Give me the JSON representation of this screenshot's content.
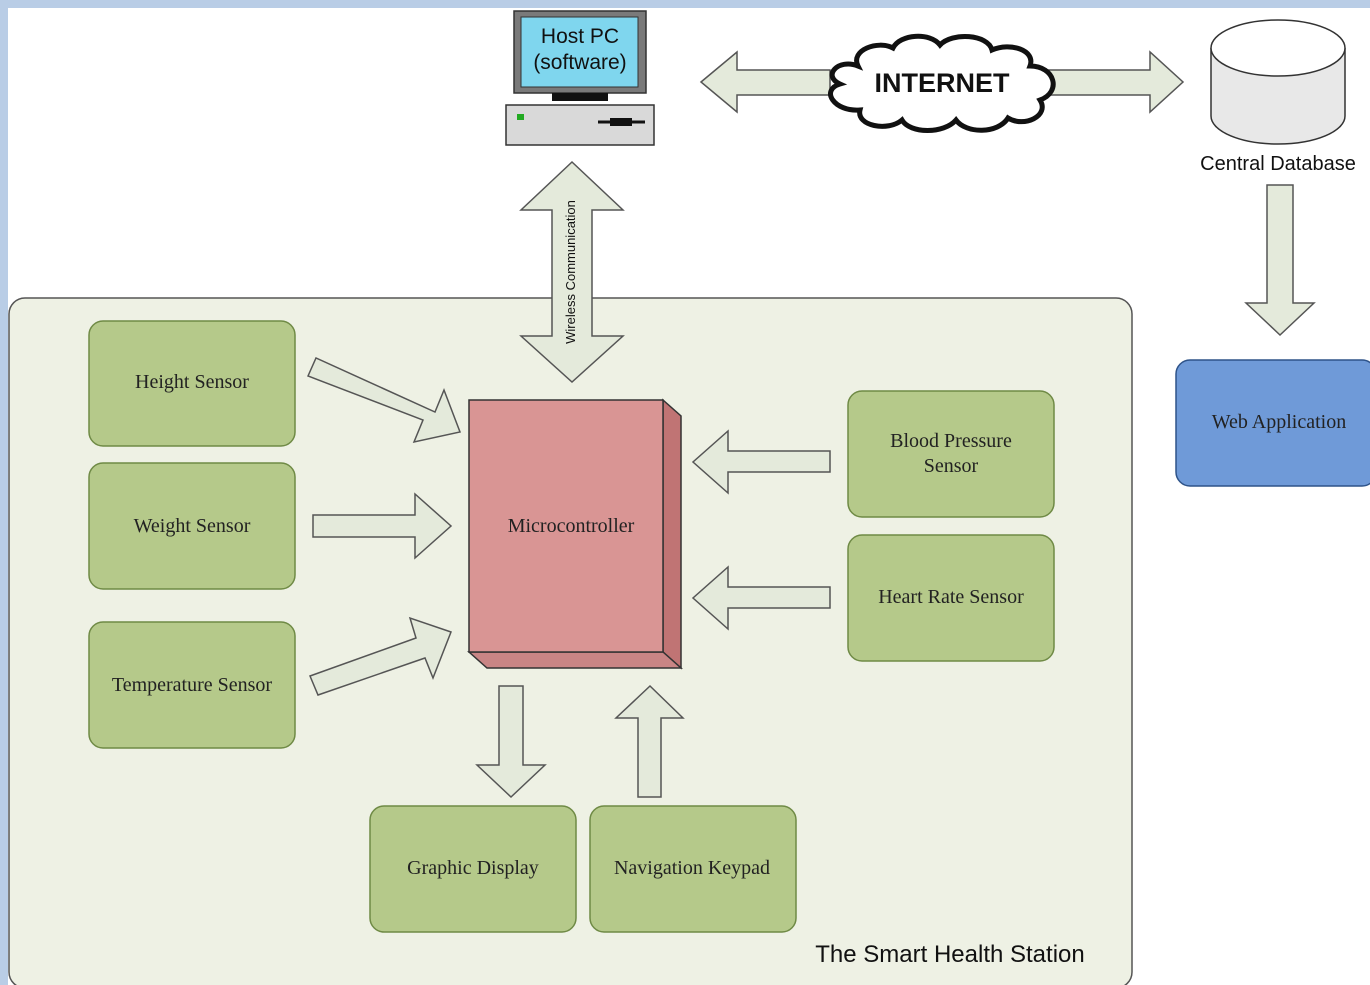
{
  "station": {
    "label": "The Smart Health Station"
  },
  "host_pc": {
    "line1": "Host PC",
    "line2": "(software)"
  },
  "internet": {
    "label": "INTERNET"
  },
  "database": {
    "label": "Central Database"
  },
  "web_app": {
    "label": "Web Application"
  },
  "wireless": {
    "label": "Wireless Communication"
  },
  "microcontroller": {
    "label": "Microcontroller"
  },
  "sensors": {
    "height": "Height Sensor",
    "weight": "Weight Sensor",
    "temperature": "Temperature Sensor",
    "bp_line1": "Blood Pressure",
    "bp_line2": "Sensor",
    "heart_rate": "Heart Rate Sensor"
  },
  "outputs": {
    "display": "Graphic Display",
    "keypad": "Navigation Keypad"
  },
  "colors": {
    "station_bg": "#eef1e4",
    "sensor_fill": "#b5c98a",
    "sensor_stroke": "#6f8a45",
    "micro_fill": "#d99594",
    "micro_side": "#c07474",
    "webapp_fill": "#6f9ad8",
    "arrow_fill": "#e4eadb",
    "monitor_screen": "#7fd6ee"
  }
}
